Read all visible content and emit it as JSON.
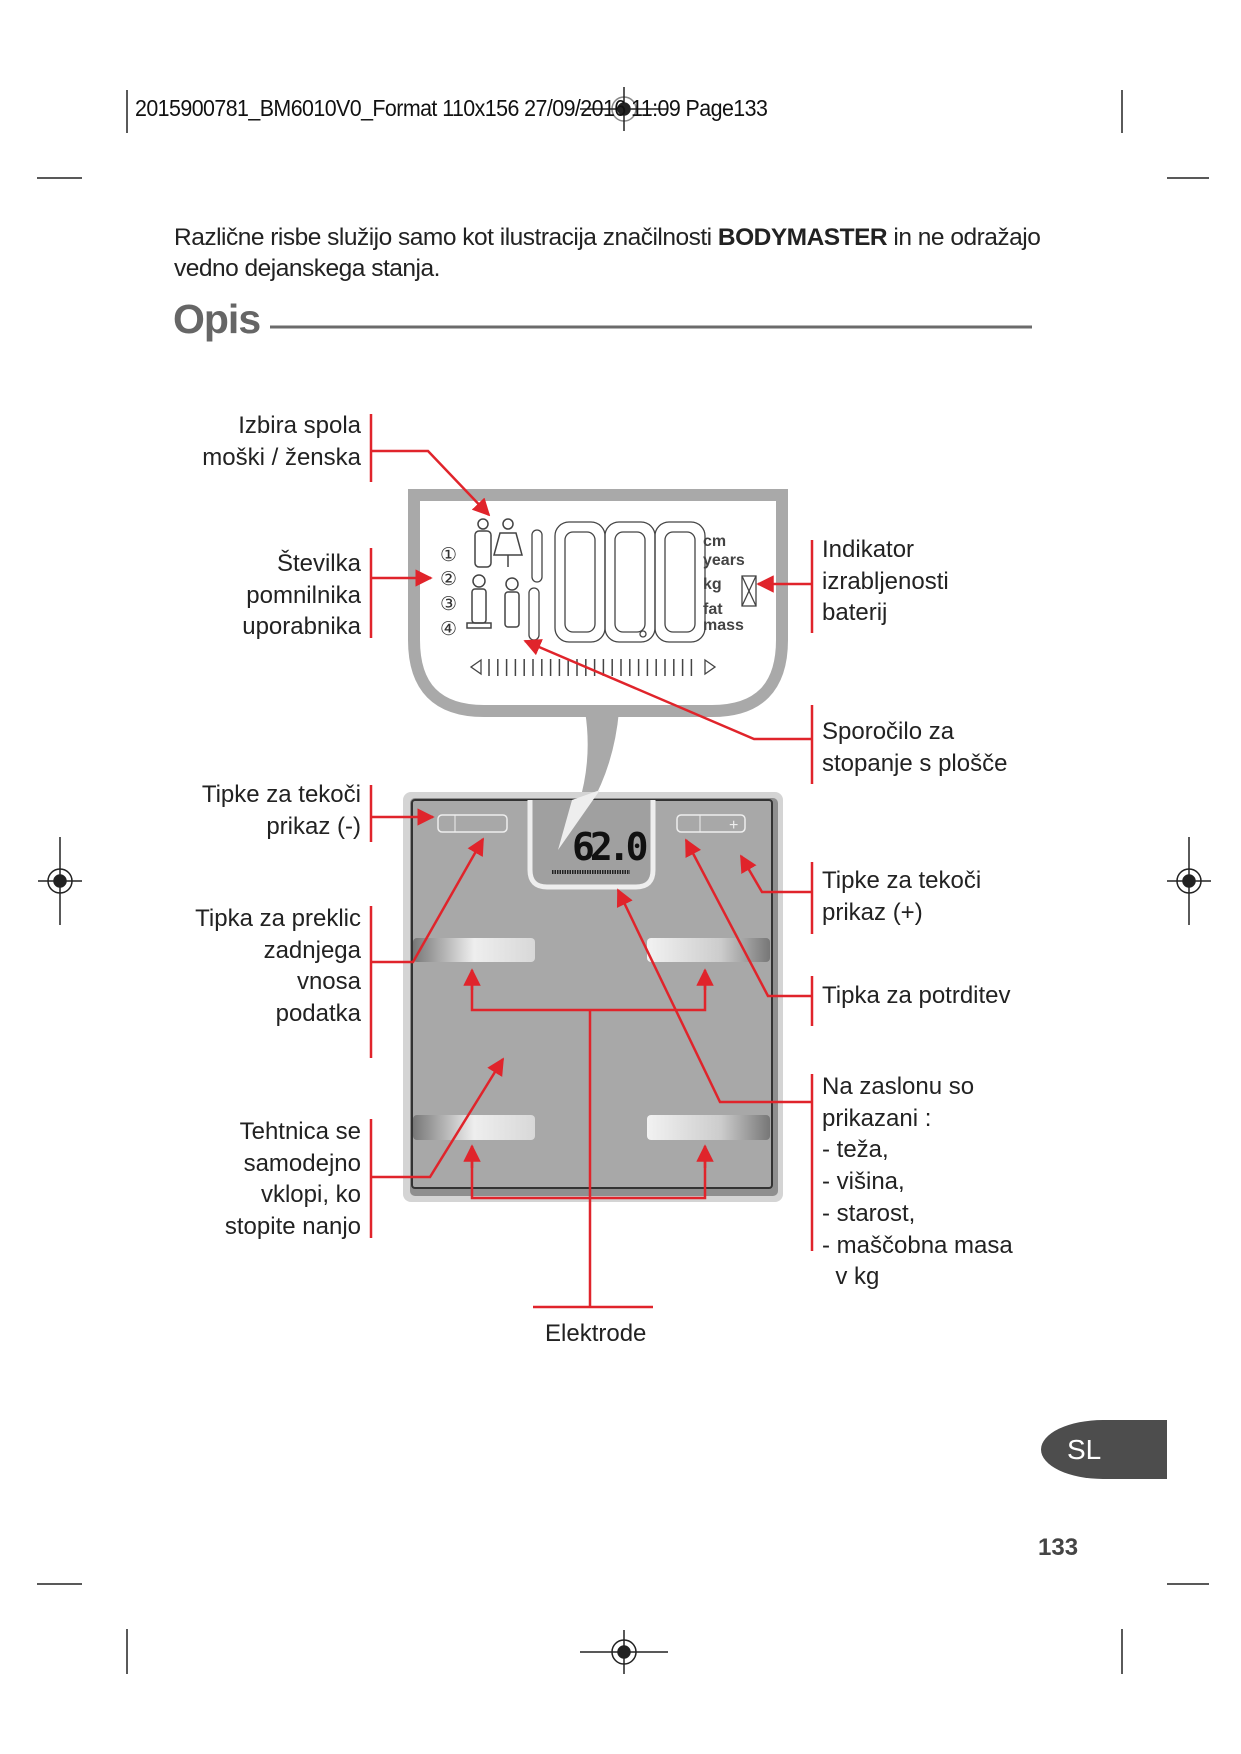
{
  "header": {
    "slug": "2015900781_BM6010V0_Format 110x156  27/09/2016  11:09  Page133"
  },
  "intro": {
    "text_before": "Različne risbe služijo samo kot ilustracija značilnosti ",
    "brand": "BODYMASTER",
    "text_after": " in ne odražajo vedno dejanskega stanja."
  },
  "section": {
    "title": "Opis"
  },
  "lcd": {
    "units": [
      "cm",
      "years",
      "kg",
      "fat",
      "mass"
    ],
    "user_numbers": [
      "①",
      "②",
      "③",
      "④"
    ],
    "scale_reading": "62.0"
  },
  "labels_left": [
    {
      "lines": [
        "Izbira spola",
        "moški / ženska"
      ]
    },
    {
      "lines": [
        "Številka",
        "pomnilnika",
        "uporabnika"
      ]
    },
    {
      "lines": [
        "Tipke za tekoči",
        "prikaz (-)"
      ]
    },
    {
      "lines": [
        "Tipka za preklic",
        "zadnjega",
        "vnosa",
        "podatka"
      ]
    },
    {
      "lines": [
        "Tehtnica se",
        "samodejno",
        "vklopi, ko",
        "stopite nanjo"
      ]
    }
  ],
  "labels_right": [
    {
      "lines": [
        "Indikator",
        "izrabljenosti",
        "baterij"
      ]
    },
    {
      "lines": [
        "Sporočilo za",
        "stopanje s plošče"
      ]
    },
    {
      "lines": [
        "Tipke za tekoči",
        "prikaz (+)"
      ]
    },
    {
      "lines": [
        "Tipka za potrditev"
      ]
    },
    {
      "lines": [
        "Na zaslonu so",
        "prikazani :",
        "- teža,",
        "- višina,",
        "- starost,",
        "- maščobna masa",
        "  v kg"
      ]
    }
  ],
  "label_bottom": "Elektrode",
  "language_badge": "SL",
  "page_number": "133",
  "colors": {
    "callout": "#e0242b",
    "scale_body": "#a6a6a6",
    "badge": "#4d4d4d",
    "heading": "#666666"
  }
}
